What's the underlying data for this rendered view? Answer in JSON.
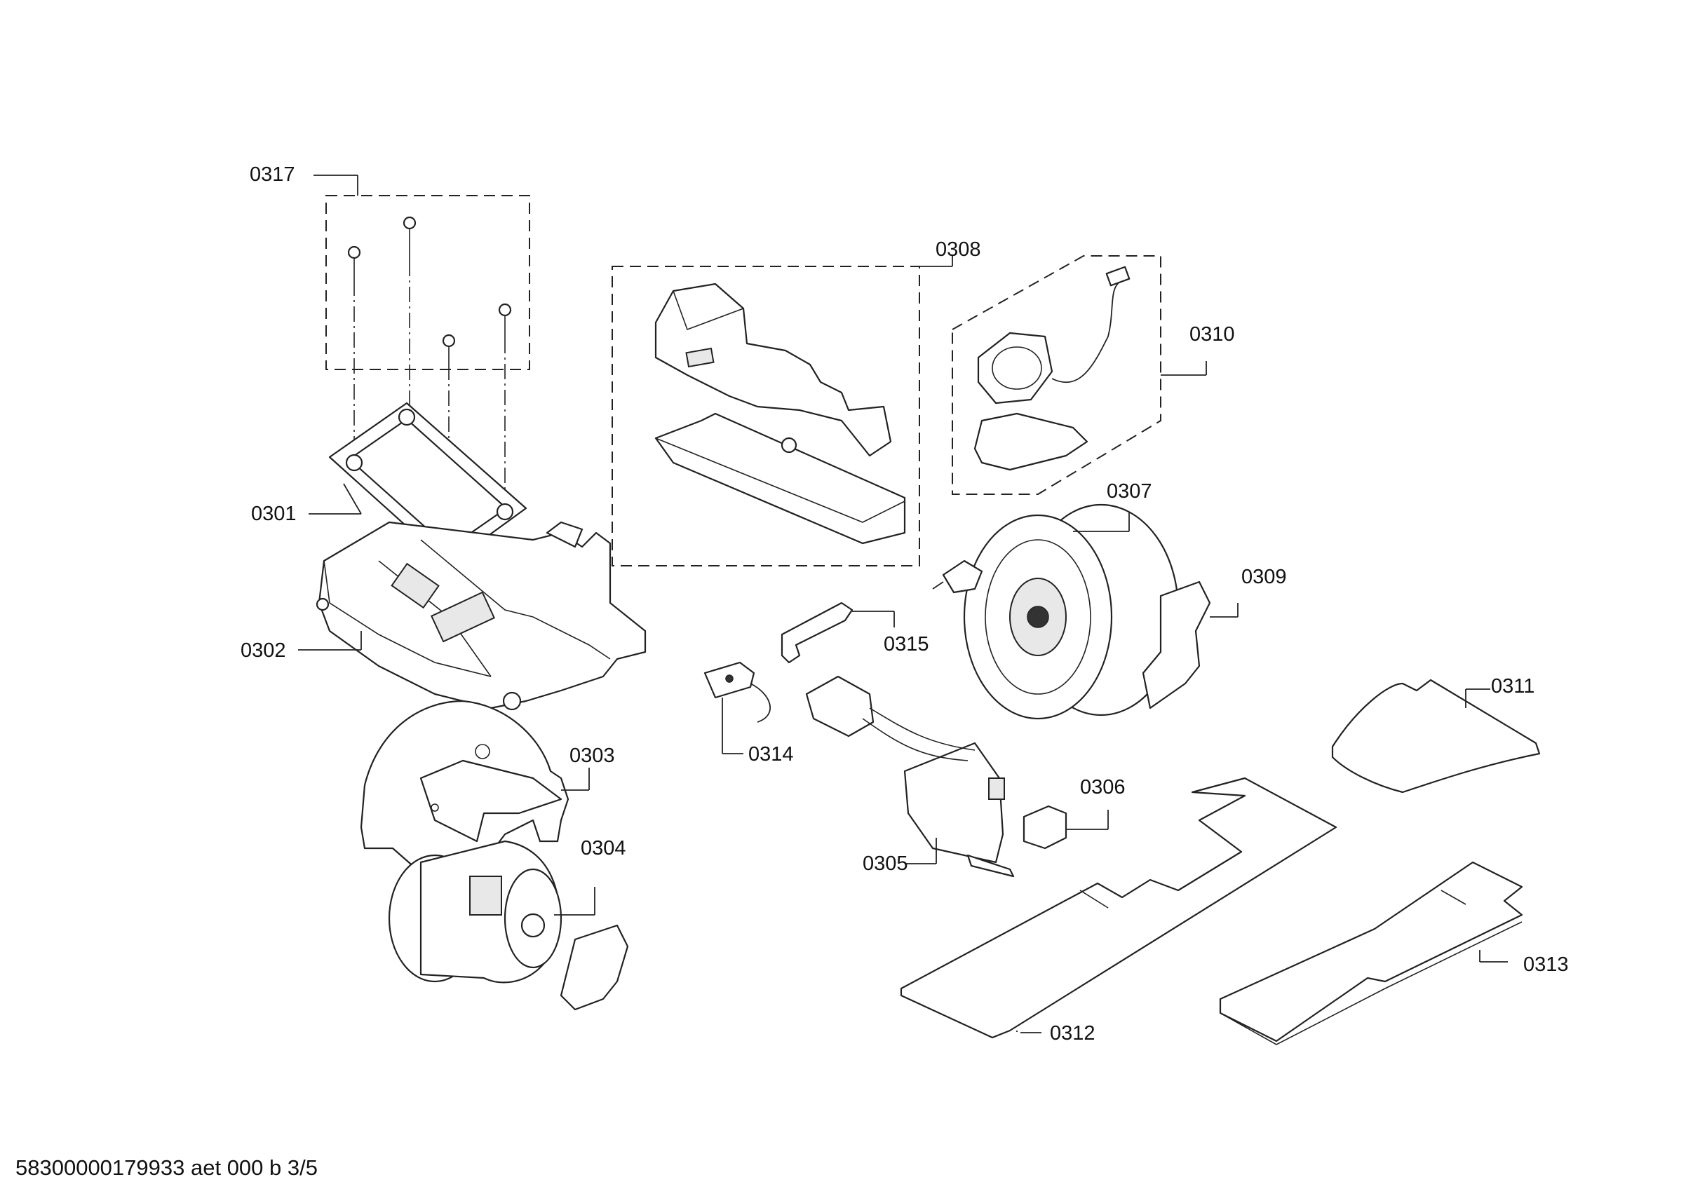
{
  "labels": {
    "p0301": "0301",
    "p0302": "0302",
    "p0303": "0303",
    "p0304": "0304",
    "p0305": "0305",
    "p0306": "0306",
    "p0307": "0307",
    "p0308": "0308",
    "p0309": "0309",
    "p0310": "0310",
    "p0311": "0311",
    "p0312": "0312",
    "p0313": "0313",
    "p0314": "0314",
    "p0315": "0315",
    "p0317": "0317"
  },
  "footer": {
    "doc_id": "58300000179933 aet 000 b 3/5"
  }
}
